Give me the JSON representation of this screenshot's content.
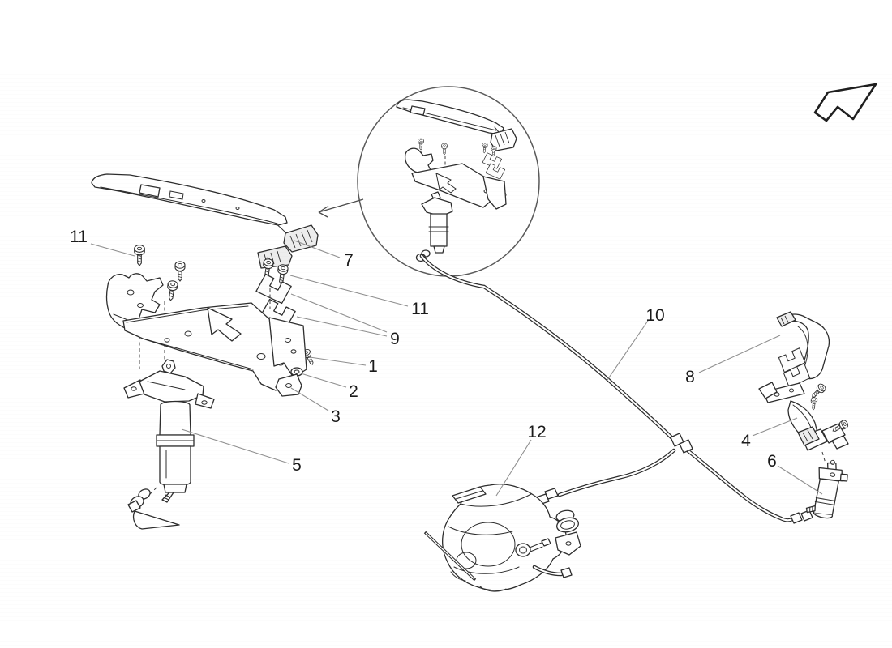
{
  "diagram": {
    "type": "exploded-parts-diagram",
    "background": "#ffffff",
    "line_color": "#2d2d2d",
    "leader_color": "#8f8f8f",
    "label_color": "#1a1a1a",
    "direction_arrow_icon": "arrow-up-right",
    "detail_view": "magnifier-circle"
  },
  "callouts": [
    {
      "label": "11"
    },
    {
      "label": "7"
    },
    {
      "label": "11"
    },
    {
      "label": "9"
    },
    {
      "label": "1"
    },
    {
      "label": "2"
    },
    {
      "label": "3"
    },
    {
      "label": "5"
    },
    {
      "label": "12"
    },
    {
      "label": "10"
    },
    {
      "label": "8"
    },
    {
      "label": "4"
    },
    {
      "label": "6"
    }
  ]
}
